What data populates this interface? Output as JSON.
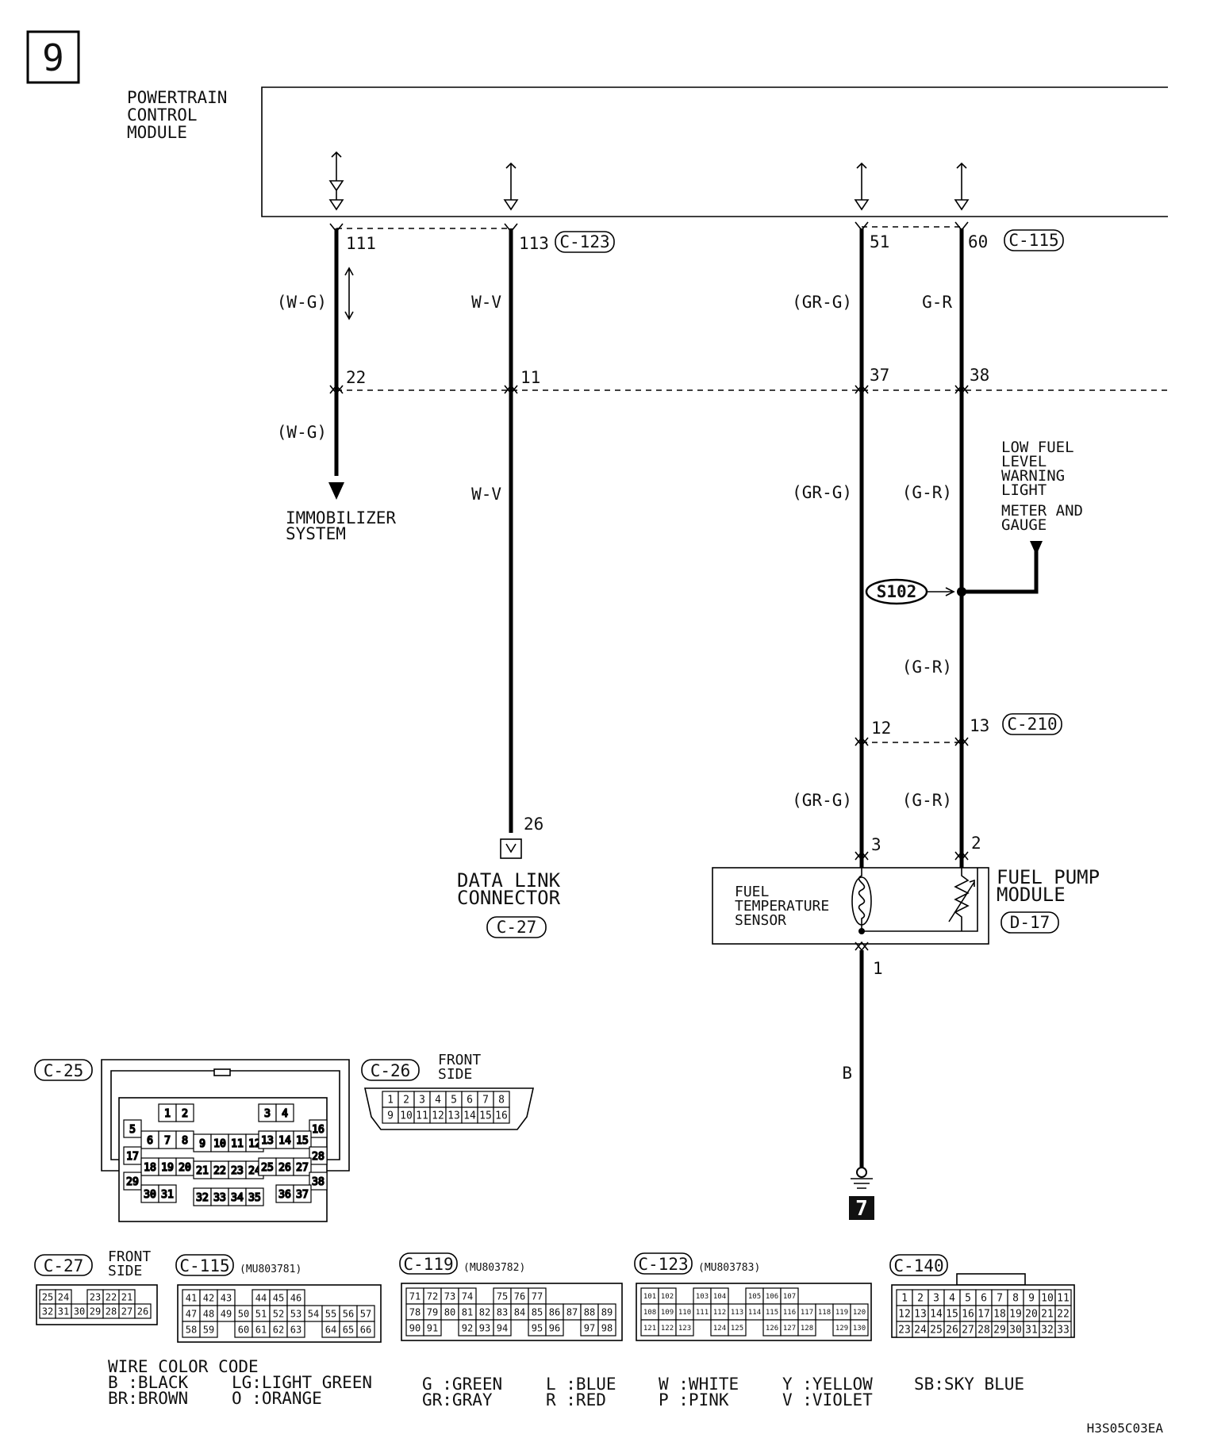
{
  "page": {
    "number": "9",
    "code": "H3S05C03EA"
  },
  "pcm": {
    "name": [
      "POWERTRAIN",
      "CONTROL",
      "MODULE"
    ],
    "connector_a": "C-123",
    "connector_b": "C-115"
  },
  "wires": {
    "w1": {
      "pin_top": "111",
      "color_top": "(W-G)",
      "pin_mid": "22",
      "color_bottom": "(W-G)",
      "destination": [
        "IMMOBILIZER",
        "SYSTEM"
      ]
    },
    "w2": {
      "pin_top": "113",
      "color_top": "W-V",
      "pin_mid": "11",
      "color_bottom": "W-V",
      "pin_end": "26",
      "destination": [
        "DATA LINK",
        "CONNECTOR"
      ],
      "dest_connector": "C-27"
    },
    "w3": {
      "pin_top": "51",
      "color_top": "(GR-G)",
      "pin_mid": "37",
      "color_mid": "(GR-G)",
      "pin_lower": "12",
      "color_lower": "(GR-G)",
      "pin_module": "3"
    },
    "w4": {
      "pin_top": "60",
      "color_top": "G-R",
      "pin_mid": "38",
      "color_mid": "(G-R)",
      "color_lower1": "(G-R)",
      "pin_lower": "13",
      "lower_connector": "C-210",
      "color_lower2": "(G-R)",
      "pin_module": "2"
    },
    "ground_wire": {
      "pin": "1",
      "color": "B",
      "ground_number": "7"
    }
  },
  "splice": "S102",
  "branch_dest": {
    "line1": [
      "LOW FUEL",
      "LEVEL",
      "WARNING",
      "LIGHT"
    ],
    "line2": [
      "METER AND",
      "GAUGE"
    ]
  },
  "fuel_pump_module": {
    "name": [
      "FUEL PUMP",
      "MODULE"
    ],
    "connector": "D-17",
    "sensor": [
      "FUEL",
      "TEMPERATURE",
      "SENSOR"
    ]
  },
  "connectors": {
    "c25": {
      "id": "C-25"
    },
    "c26": {
      "id": "C-26",
      "note": [
        "FRONT",
        "SIDE"
      ],
      "row1": [
        "1",
        "2",
        "3",
        "4",
        "5",
        "6",
        "7",
        "8"
      ],
      "row2": [
        "9",
        "10",
        "11",
        "12",
        "13",
        "14",
        "15",
        "16"
      ]
    },
    "c27": {
      "id": "C-27",
      "note": [
        "FRONT",
        "SIDE"
      ],
      "row1": [
        "25",
        "24",
        "",
        "23",
        "22",
        "21"
      ],
      "row2": [
        "32",
        "31",
        "30",
        "29",
        "28",
        "27",
        "26"
      ]
    },
    "c115": {
      "id": "C-115",
      "part": "(MU803781)",
      "row1": [
        "41",
        "42",
        "43",
        "",
        "44",
        "45",
        "46"
      ],
      "row2": [
        "47",
        "48",
        "49",
        "50",
        "51",
        "52",
        "53",
        "54",
        "55",
        "56",
        "57"
      ],
      "row3": [
        "58",
        "59",
        "",
        "60",
        "61",
        "62",
        "63",
        "",
        "64",
        "65",
        "66"
      ]
    },
    "c119": {
      "id": "C-119",
      "part": "(MU803782)",
      "row1": [
        "71",
        "72",
        "73",
        "74",
        "",
        "75",
        "76",
        "77"
      ],
      "row2": [
        "78",
        "79",
        "80",
        "81",
        "82",
        "83",
        "84",
        "85",
        "86",
        "87",
        "88",
        "89"
      ],
      "row3": [
        "90",
        "91",
        "",
        "92",
        "93",
        "94",
        "",
        "95",
        "96",
        "",
        "97",
        "98"
      ]
    },
    "c123": {
      "id": "C-123",
      "part": "(MU803783)",
      "row1": [
        "101",
        "102",
        "",
        "103",
        "104",
        "",
        "105",
        "106",
        "107"
      ],
      "row2": [
        "108",
        "109",
        "110",
        "111",
        "112",
        "113",
        "114",
        "115",
        "116",
        "117",
        "118",
        "119",
        "120"
      ],
      "row3": [
        "121",
        "122",
        "123",
        "",
        "124",
        "125",
        "",
        "126",
        "127",
        "128",
        "",
        "129",
        "130"
      ]
    },
    "c140": {
      "id": "C-140",
      "row1": [
        "1",
        "2",
        "3",
        "4",
        "5",
        "6",
        "7",
        "8",
        "9",
        "10",
        "11"
      ],
      "row2": [
        "12",
        "13",
        "14",
        "15",
        "16",
        "17",
        "18",
        "19",
        "20",
        "21",
        "22"
      ],
      "row3": [
        "23",
        "24",
        "25",
        "26",
        "27",
        "28",
        "29",
        "30",
        "31",
        "32",
        "33"
      ]
    }
  },
  "legend": {
    "title": "WIRE COLOR CODE",
    "items": [
      "B :BLACK",
      "BR:BROWN",
      "LG:LIGHT GREEN",
      "O :ORANGE",
      "G :GREEN",
      "GR:GRAY",
      "L :BLUE",
      "R :RED",
      "W :WHITE",
      "P :PINK",
      "Y :YELLOW",
      "V :VIOLET",
      "SB:SKY BLUE"
    ]
  }
}
